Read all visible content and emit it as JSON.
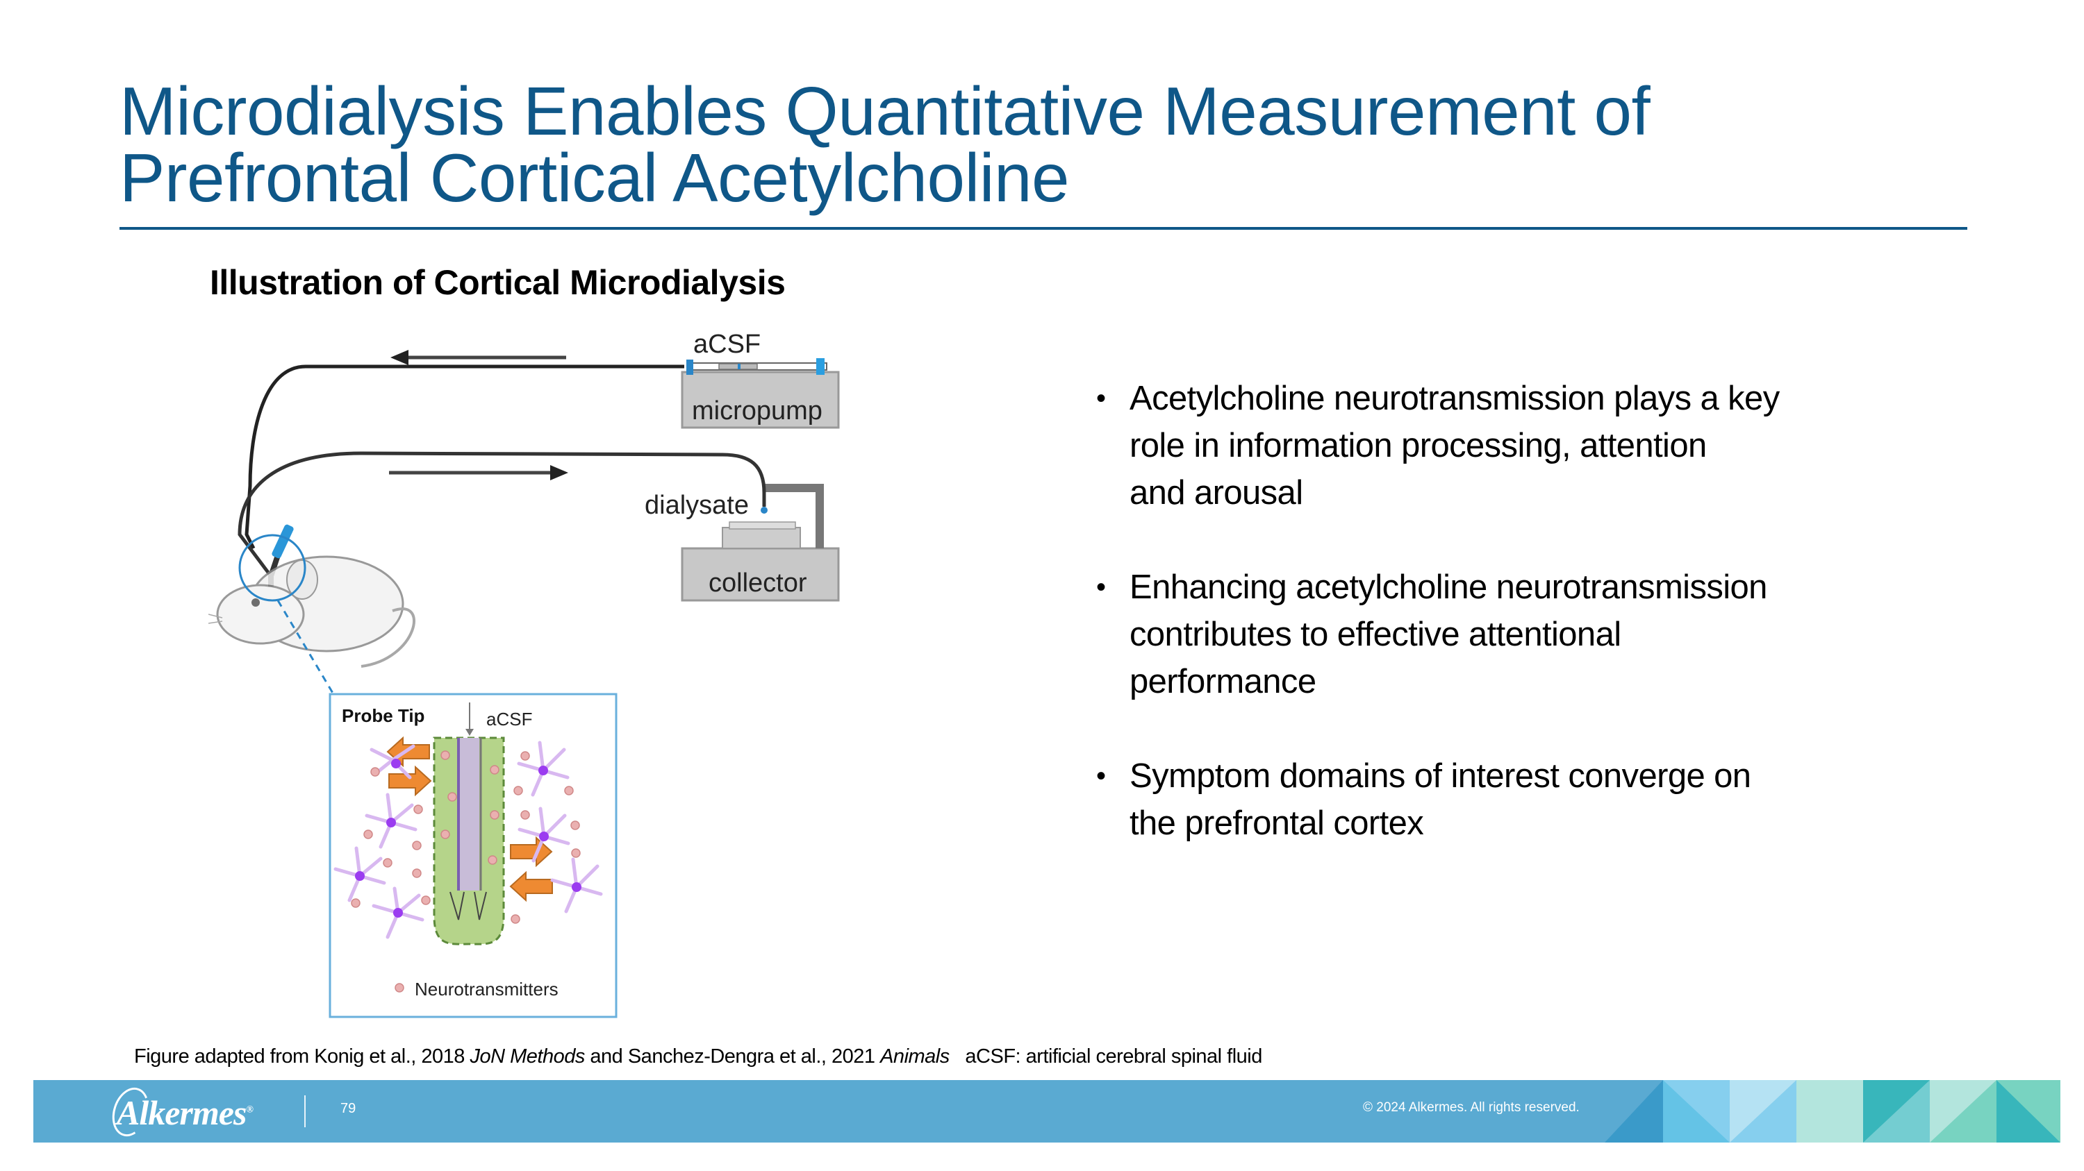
{
  "slide": {
    "title_lines": [
      "Microdialysis Enables Quantitative Measurement of",
      "Prefrontal Cortical Acetylcholine"
    ],
    "subtitle": "Illustration of Cortical Microdialysis",
    "figure": {
      "labels": {
        "acsf_top": "aCSF",
        "micropump": "micropump",
        "dialysate": "dialysate",
        "collector": "collector",
        "probe_tip": "Probe Tip",
        "acsf_probe": "aCSF",
        "legend": "Neurotransmitters"
      },
      "colors": {
        "probe_green": "#b5d48a",
        "probe_core": "#c8bcd8",
        "arrow_orange": "#ee8a32",
        "neuron_purple": "#9b3cf0",
        "neurotransmitter_pink": "#e9a8a8",
        "highlight_blue": "#2a86c8",
        "equipment_gray": "#c8c8c8"
      }
    },
    "bullets": [
      "Acetylcholine neurotransmission plays a key role in information processing, attention and arousal",
      "Enhancing acetylcholine neurotransmission contributes to effective attentional performance",
      "Symptom domains of interest converge on the prefrontal cortex"
    ],
    "bullet_lines": [
      [
        "Acetylcholine neurotransmission plays a key",
        "role in information processing, attention",
        "and arousal"
      ],
      [
        "Enhancing acetylcholine neurotransmission",
        "contributes to effective attentional",
        "performance"
      ],
      [
        "Symptom domains of interest converge on",
        "the prefrontal cortex"
      ]
    ],
    "bullet_symbol": "•",
    "footnote": {
      "part1": "Figure adapted from Konig et al., 2018 ",
      "journal1": "JoN Methods",
      "part2": " and Sanchez-Dengra et al., 2021 ",
      "journal2": "Animals",
      "part3": "   aCSF: artificial cerebral spinal fluid"
    }
  },
  "footer": {
    "logo": "Alkermes",
    "logo_mark": "®",
    "page_number": "79",
    "copyright": "© 2024 Alkermes. All rights reserved.",
    "band_color": "#5aaad2",
    "triangle_colors": [
      "#3a9ac9",
      "#64c3e6",
      "#86cfee",
      "#b5e2f3",
      "#b3e5dd",
      "#38b6bb",
      "#74cdd1",
      "#78d3c1"
    ]
  }
}
